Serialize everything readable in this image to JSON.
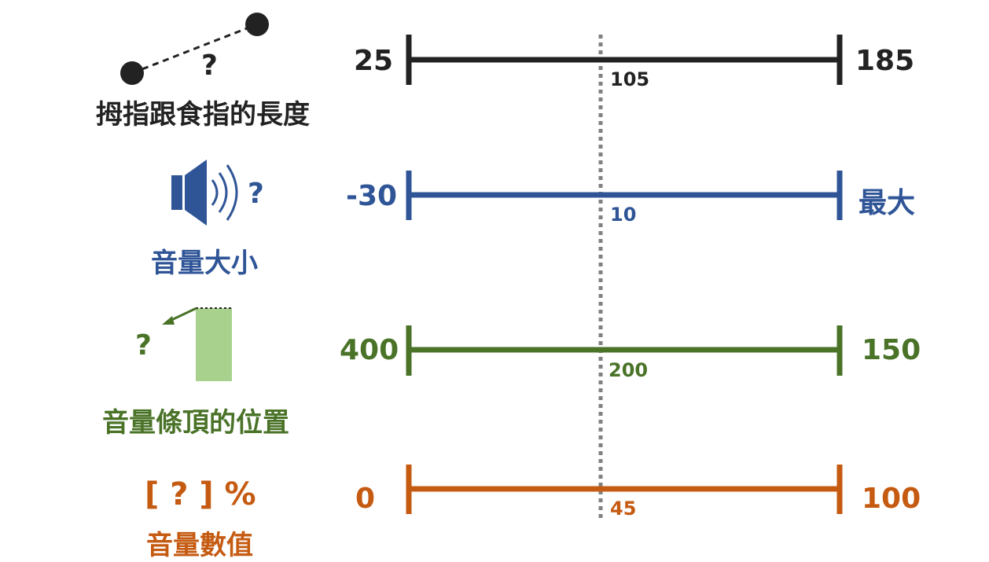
{
  "colors": {
    "black": "#222222",
    "blue": "#2F5597",
    "green": "#4A7328",
    "green_light": "#A9D18E",
    "orange": "#C55A11",
    "guide": "#808080"
  },
  "rows": [
    {
      "label": "拇指跟食指的長度",
      "icon": "pinch-distance-icon",
      "icon_text": "?",
      "min": "25",
      "max": "185",
      "mid": "105"
    },
    {
      "label": "音量大小",
      "icon": "speaker-icon",
      "icon_text": "?",
      "min": "-30",
      "max": "最大",
      "mid": "10"
    },
    {
      "label": "音量條頂的位置",
      "icon": "volume-bar-icon",
      "icon_text": "?",
      "min": "400",
      "max": "150",
      "mid": "200"
    },
    {
      "label": "音量數值",
      "icon": "percent-icon",
      "icon_text": "[ ? ] %",
      "min": "0",
      "max": "100",
      "mid": "45"
    }
  ]
}
